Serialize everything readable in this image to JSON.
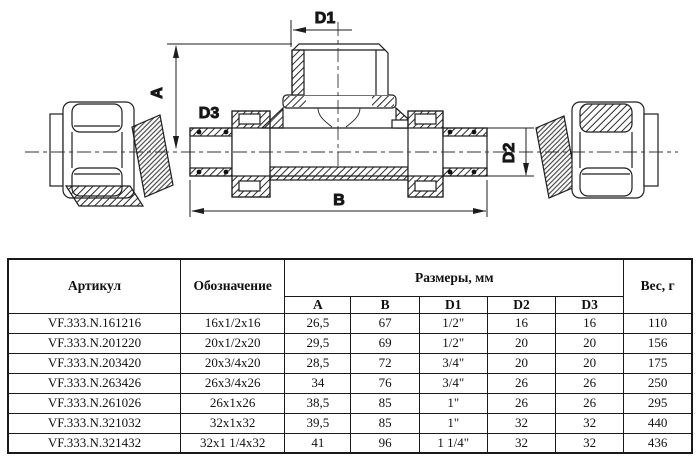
{
  "drawing": {
    "labels": {
      "d1": "D1",
      "a": "A",
      "d3": "D3",
      "d2": "D2",
      "b": "B"
    }
  },
  "table": {
    "headers": {
      "article": "Артикул",
      "designation": "Обозначение",
      "dimensions_group": "Размеры, мм",
      "weight": "Вес, г",
      "sub": [
        "A",
        "B",
        "D1",
        "D2",
        "D3"
      ]
    },
    "rows": [
      [
        "VF.333.N.161216",
        "16x1/2x16",
        "26,5",
        "67",
        "1/2\"",
        "16",
        "16",
        "110"
      ],
      [
        "VF.333.N.201220",
        "20x1/2x20",
        "29,5",
        "69",
        "1/2\"",
        "20",
        "20",
        "156"
      ],
      [
        "VF.333.N.203420",
        "20x3/4x20",
        "28,5",
        "72",
        "3/4\"",
        "20",
        "20",
        "175"
      ],
      [
        "VF.333.N.263426",
        "26x3/4x26",
        "34",
        "76",
        "3/4\"",
        "26",
        "26",
        "250"
      ],
      [
        "VF.333.N.261026",
        "26x1x26",
        "38,5",
        "85",
        "1\"",
        "26",
        "26",
        "295"
      ],
      [
        "VF.333.N.321032",
        "32x1x32",
        "39,5",
        "85",
        "1\"",
        "32",
        "32",
        "440"
      ],
      [
        "VF.333.N.321432",
        "32x1 1/4x32",
        "41",
        "96",
        "1 1/4\"",
        "32",
        "32",
        "436"
      ]
    ]
  }
}
